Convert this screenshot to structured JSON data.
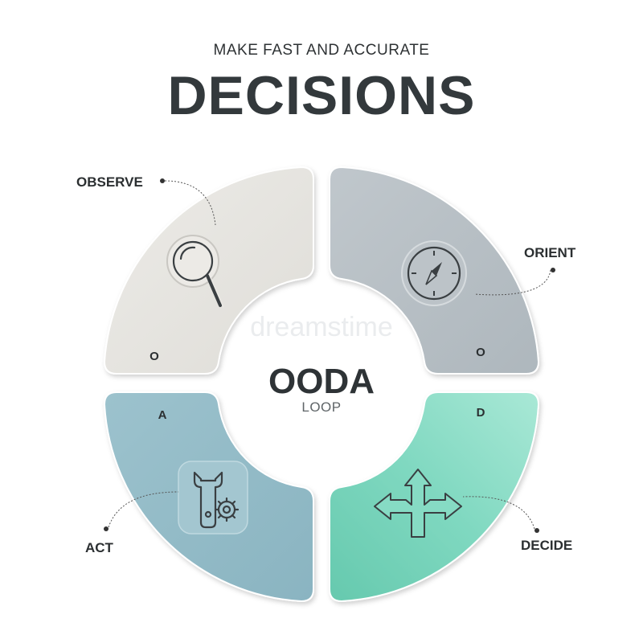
{
  "header": {
    "subtitle": "MAKE FAST AND ACCURATE",
    "title": "DECISIONS"
  },
  "center": {
    "title": "OODA",
    "subtitle": "LOOP"
  },
  "quadrants": {
    "observe": {
      "label": "OBSERVE",
      "letter": "O",
      "icon": "magnifier-icon",
      "color": "#e6e4e0"
    },
    "orient": {
      "label": "ORIENT",
      "letter": "O",
      "icon": "compass-icon",
      "color": "#b8c0c6"
    },
    "act": {
      "label": "ACT",
      "letter": "A",
      "icon": "wrench-gear-icon",
      "color": "#93bcc8"
    },
    "decide": {
      "label": "DECIDE",
      "letter": "D",
      "icon": "split-arrows-icon",
      "color": "#7fd8c0"
    }
  },
  "watermark": "dreamstime"
}
